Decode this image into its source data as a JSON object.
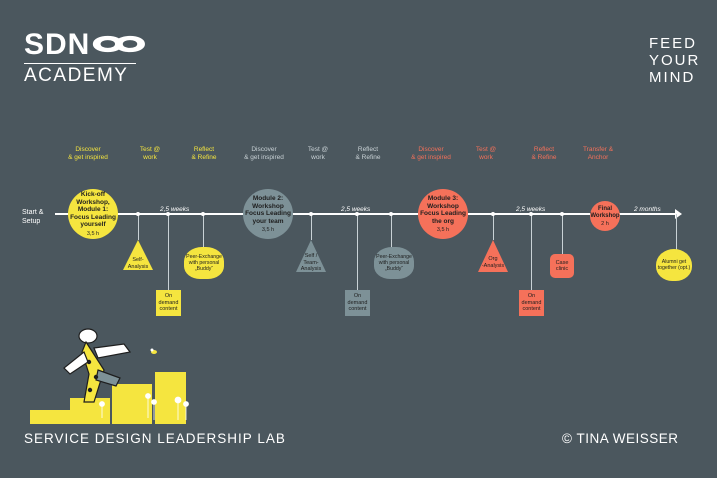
{
  "brand": {
    "logo_main": "SDN",
    "logo_sub": "ACADEMY",
    "tagline": [
      "FEED",
      "YOUR",
      "MIND"
    ]
  },
  "start_label": [
    "Start &",
    "Setup"
  ],
  "phases": [
    {
      "text": [
        "Discover",
        "& get inspired"
      ],
      "color": "#f5e53f"
    },
    {
      "text": [
        "Test @",
        "work"
      ],
      "color": "#f5e53f"
    },
    {
      "text": [
        "Reflect",
        "& Refine"
      ],
      "color": "#f5e53f"
    },
    {
      "text": [
        "Discover",
        "& get inspired"
      ],
      "color": "#c9d2d6"
    },
    {
      "text": [
        "Test @",
        "work"
      ],
      "color": "#c9d2d6"
    },
    {
      "text": [
        "Reflect",
        "& Refine"
      ],
      "color": "#c9d2d6"
    },
    {
      "text": [
        "Discover",
        "& get inspired"
      ],
      "color": "#f5715a"
    },
    {
      "text": [
        "Test @",
        "work"
      ],
      "color": "#f5715a"
    },
    {
      "text": [
        "Reflect",
        "& Refine"
      ],
      "color": "#f5715a"
    },
    {
      "text": [
        "Transfer &",
        "Anchor"
      ],
      "color": "#f5715a"
    }
  ],
  "modules": [
    {
      "title": [
        "Kick-off",
        "Workshop,",
        "Module 1:",
        "Focus Leading",
        "yourself"
      ],
      "hours": "3,5 h"
    },
    {
      "title": [
        "Module 2:",
        "Workshop",
        "Focus Leading",
        "your team"
      ],
      "hours": "3,5 h"
    },
    {
      "title": [
        "Module 3:",
        "Workshop",
        "Focus Leading",
        "the org"
      ],
      "hours": "3,5 h"
    },
    {
      "title": [
        "Final",
        "Workshop"
      ],
      "hours": "2 h"
    }
  ],
  "durations": [
    "2,5 weeks",
    "2,5 weeks",
    "2,5 weeks",
    "2 months"
  ],
  "analyses": [
    [
      "Self-",
      "Analysis"
    ],
    [
      "Self /",
      "Team-",
      "Analysis"
    ],
    [
      "Org",
      "-Analysis"
    ]
  ],
  "exchanges": [
    [
      "Peer-Exchange",
      "with personal",
      "„Buddy“"
    ],
    [
      "Peer-Exchange",
      "with personal",
      "„Buddy“"
    ]
  ],
  "on_demand": [
    [
      "On",
      "demand",
      "content"
    ],
    [
      "On",
      "demand",
      "content"
    ],
    [
      "On",
      "demand",
      "content"
    ]
  ],
  "case_clinic": [
    "Case",
    "clinic"
  ],
  "alumni": [
    "Alumni get",
    "together (opt.)"
  ],
  "footer": {
    "title": "SERVICE DESIGN LEADERSHIP LAB",
    "copyright": "© TINA WEISSER"
  },
  "colors": {
    "background": "#4b575e",
    "yellow": "#f5e53f",
    "grey": "#7d9197",
    "orange": "#f5715a"
  }
}
